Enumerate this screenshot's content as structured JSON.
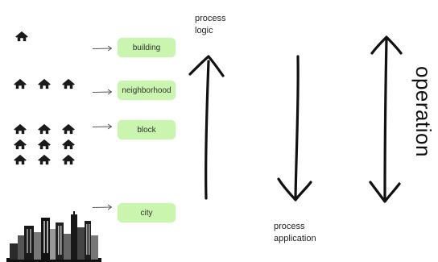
{
  "boxes": {
    "building": "building",
    "neighborhood": "neighborhood",
    "block": "block",
    "city": "city"
  },
  "captions": {
    "process_logic_line1": "process",
    "process_logic_line2": "logic",
    "process_application_line1": "process",
    "process_application_line2": "application",
    "operation": "operation"
  },
  "colors": {
    "box_fill": "#c9f5ae",
    "ink": "#111111"
  },
  "icons": [
    "house-icon",
    "city-skyline-icon",
    "arrow-right-icon",
    "arrow-up-icon",
    "arrow-down-icon",
    "double-arrow-icon"
  ]
}
